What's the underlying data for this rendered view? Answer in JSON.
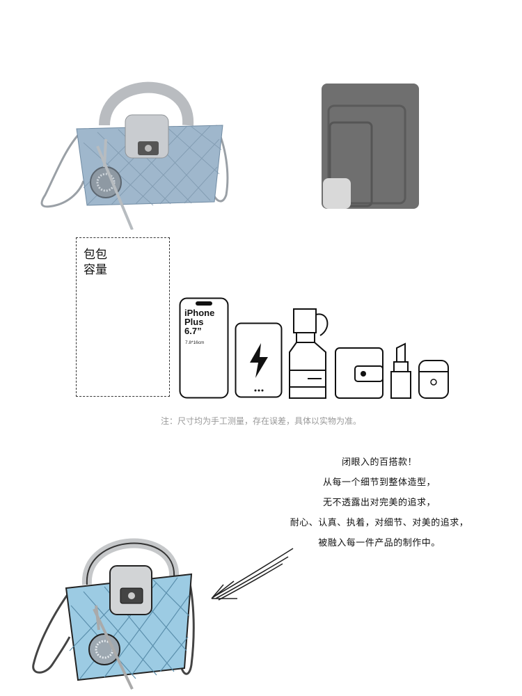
{
  "capacity": {
    "label_line1": "包包",
    "label_line2": "容量"
  },
  "items": {
    "phone_line1": "iPhone",
    "phone_line2": "Plus",
    "phone_line3": "6.7”",
    "phone_size": "7.8*16cm",
    "icons": [
      "bag-icon",
      "ipad-icon",
      "phone-icon",
      "power-bank-icon",
      "bottle-icon",
      "wallet-icon",
      "lipstick-icon",
      "earbuds-case-icon"
    ]
  },
  "note": "注：尺寸均为手工测量，存在误差，具体以实物为准。",
  "slogan": {
    "line1": "闭眼入的百搭款！",
    "line2": "从每一个细节到整体造型，",
    "line3": "无不透露出对完美的追求，",
    "line4": "耐心、认真、执着，对细节、对美的追求，",
    "line5": "被融入每一件产品的制作中。"
  }
}
